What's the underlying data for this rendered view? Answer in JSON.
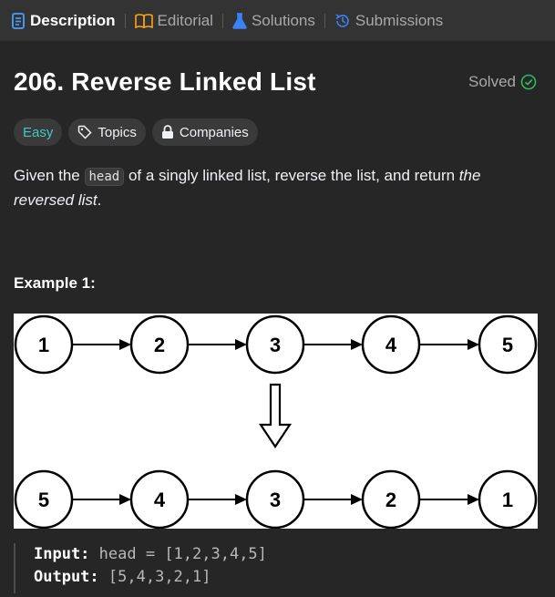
{
  "tabs": [
    {
      "label": "Description",
      "icon": "description-icon",
      "active": true
    },
    {
      "label": "Editorial",
      "icon": "book-icon",
      "active": false
    },
    {
      "label": "Solutions",
      "icon": "flask-icon",
      "active": false
    },
    {
      "label": "Submissions",
      "icon": "history-icon",
      "active": false
    }
  ],
  "problem": {
    "title": "206. Reverse Linked List",
    "status": "Solved"
  },
  "pills": {
    "difficulty": "Easy",
    "topics": "Topics",
    "companies": "Companies"
  },
  "description": {
    "part1": "Given the ",
    "code": "head",
    "part2": " of a singly linked list, reverse the list, and return ",
    "italic": "the reversed list",
    "part3": "."
  },
  "example": {
    "title": "Example 1:",
    "input_label": "Input:",
    "input_value": "head = [1,2,3,4,5]",
    "output_label": "Output:",
    "output_value": "[5,4,3,2,1]"
  },
  "figure": {
    "top_row": [
      "1",
      "2",
      "3",
      "4",
      "5"
    ],
    "bottom_row": [
      "5",
      "4",
      "3",
      "2",
      "1"
    ]
  },
  "colors": {
    "accent_easy": "#46c6c2",
    "solved_check": "#2cbb5d",
    "editorial_icon": "#ffa116",
    "solutions_icon": "#3b82f6"
  }
}
